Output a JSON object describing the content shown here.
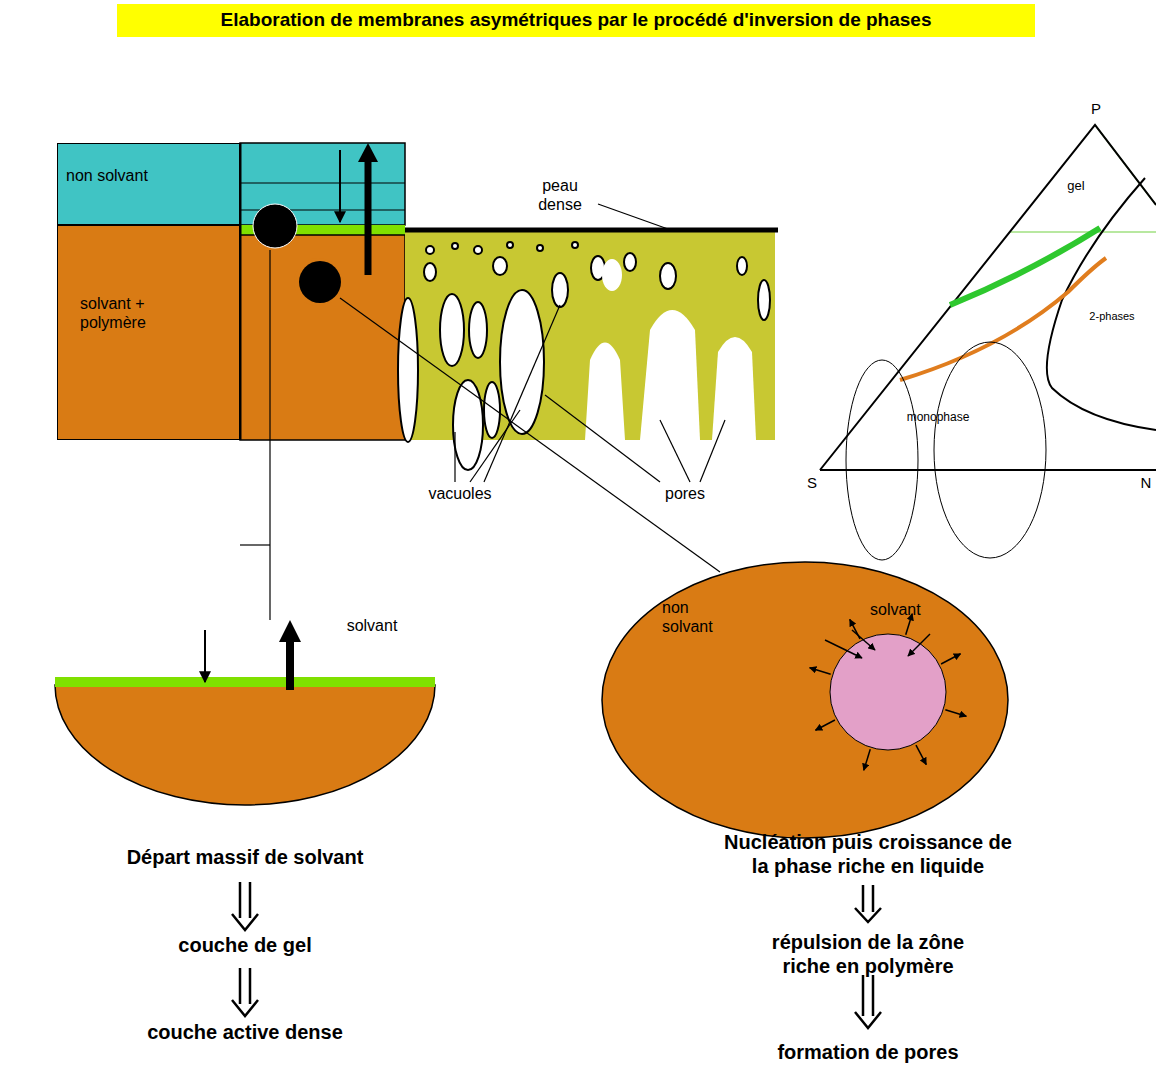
{
  "diagram": {
    "title": "Elaboration de membranes asymétriques par le procédé d'inversion de phases",
    "nodes": [
      {
        "text": [
          "non solvant"
        ]
      },
      {
        "text": [
          "solvant + polymère"
        ]
      },
      {
        "text": [
          "non solvant",
          "solvant"
        ]
      }
    ],
    "labels": [
      "peau dense",
      "vacuoles",
      "pores",
      "P",
      "gel",
      "2-phases",
      "monophase",
      "S",
      "N",
      "solvant",
      "Départ massif de solvant",
      "couche de gel",
      "couche active dense",
      "Nucléation puis croissance de la phase riche en liquide",
      "répulsion de la zône riche en polymère",
      "formation de pores"
    ]
  }
}
